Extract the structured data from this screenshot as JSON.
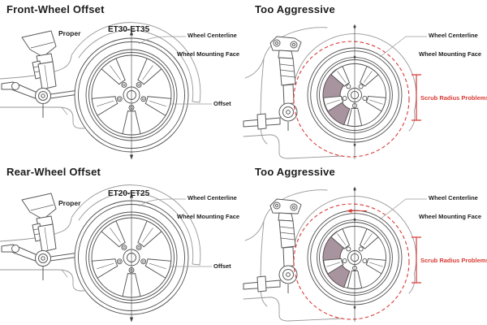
{
  "colors": {
    "accent_red": "#d93a34",
    "caliper_purple": "#a8949f",
    "line_gray": "#4f4f4f",
    "body_gray": "#979797",
    "text_black": "#1d1d1d"
  },
  "quadrants": {
    "front_proper": {
      "title": "Front-Wheel Offset",
      "condition_label": "Proper",
      "offset_spec": "ET30-ET35",
      "labels": {
        "wheel_centerline": "Wheel Centerline",
        "wheel_mounting_face": "Wheel Mounting Face",
        "offset": "Offset"
      }
    },
    "front_aggressive": {
      "title": "Too Aggressive",
      "labels": {
        "wheel_centerline": "Wheel Centerline",
        "wheel_mounting_face": "Wheel Mounting Face",
        "scrub_radius": "Scrub Radius Problems"
      }
    },
    "rear_proper": {
      "title": "Rear-Wheel Offset",
      "condition_label": "Proper",
      "offset_spec": "ET20-ET25",
      "labels": {
        "wheel_centerline": "Wheel Centerline",
        "wheel_mounting_face": "Wheel Mounting Face",
        "offset": "Offset"
      }
    },
    "rear_aggressive": {
      "title": "Too Aggressive",
      "labels": {
        "wheel_centerline": "Wheel Centerline",
        "wheel_mounting_face": "Wheel Mounting Face",
        "scrub_radius": "Scrub Radius Problems"
      }
    }
  }
}
